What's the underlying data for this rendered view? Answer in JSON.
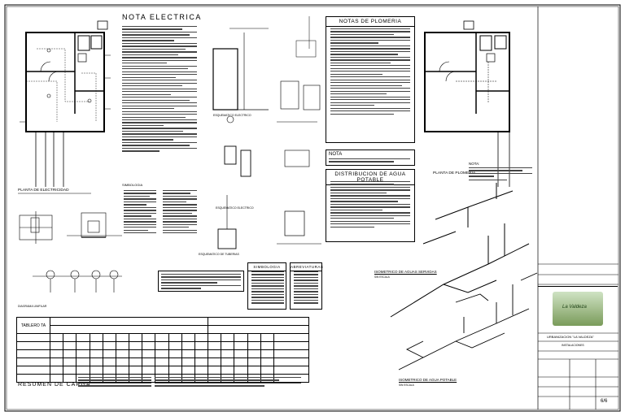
{
  "sheet": {
    "nota_electrica_title": "NOTA ELECTRICA",
    "notas_plomeria_title": "NOTAS DE PLOMERIA",
    "nota_title": "NOTA",
    "nota_text_a": "NOTA:",
    "distribucion_title": "DISTRIBUCION DE AGUA POTABLE",
    "planta_electricidad": "PLANTA DE ELECTRICIDAD",
    "planta_plomeria": "PLANTA DE PLOMERIA",
    "simbologia_left": "SIMBOLOGIA",
    "simbologia_box": "SIMBOLOGIA",
    "abreviaturas": "ABREVIATURAS",
    "isometrico_servidas": "ISOMETRICO DE AGUAS SERVIDAS",
    "isometrico_potable": "ISOMETRICO DE AGUA POTABLE",
    "sin_escala": "SIN ESCALA",
    "tablero_header": "TABLERO TA",
    "resumen_carga": "RESUMEN DE CARGA",
    "diagrama_unifilar": "DIAGRAMA UNIFILAR",
    "esquematico_electrico": "ESQUEMATICO ELECTRICO",
    "esquematico_tuberias": "ESQUEMATICO DE TUBERIAS"
  },
  "title_block": {
    "logo_text": "La Valdeza",
    "project": "URBANIZACION \"LA VALDEZA\"",
    "subtitle": "INSTALACIONES",
    "sheet_number": "6/6"
  }
}
